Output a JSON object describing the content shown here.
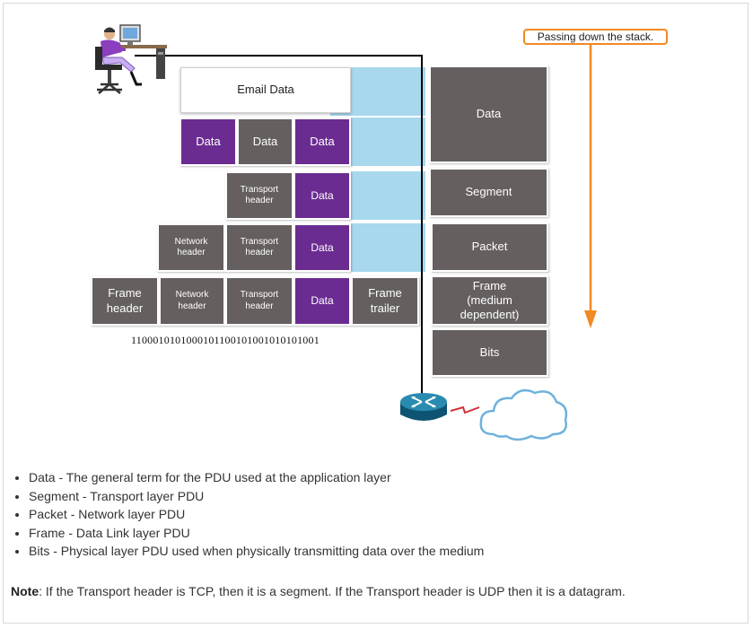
{
  "diagram": {
    "callout": "Passing down the stack.",
    "email_data": "Email Data",
    "app_row": [
      "Data",
      "Data",
      "Data"
    ],
    "transport_row": {
      "header": "Transport\nheader",
      "data": "Data"
    },
    "network_row": {
      "network_header": "Network\nheader",
      "transport_header": "Transport\nheader",
      "data": "Data"
    },
    "frame_row": {
      "frame_header": "Frame\nheader",
      "network_header": "Network\nheader",
      "transport_header": "Transport\nheader",
      "data": "Data",
      "frame_trailer": "Frame\ntrailer"
    },
    "bits_string": "1100010101000101100101001010101001",
    "pdu_labels": {
      "data": "Data",
      "segment": "Segment",
      "packet": "Packet",
      "frame": "Frame\n(medium\ndependent)",
      "bits": "Bits"
    },
    "colors": {
      "purple": "#6b2c91",
      "gray": "#655f5f",
      "band": "#a7d8ee",
      "arrow": "#f08a24",
      "router": "#1a6f8f"
    },
    "icons": [
      "user-at-computer-icon",
      "router-icon",
      "cloud-icon",
      "serial-link-icon"
    ]
  },
  "descriptions": [
    "Data - The general term for the PDU used at the application layer",
    "Segment - Transport layer PDU",
    "Packet - Network layer PDU",
    "Frame - Data Link layer PDU",
    "Bits - Physical layer PDU used when physically transmitting data over the medium"
  ],
  "note": {
    "label": "Note",
    "text": ": If the Transport header is TCP, then it is a segment. If the Transport header is UDP then it is a datagram."
  }
}
